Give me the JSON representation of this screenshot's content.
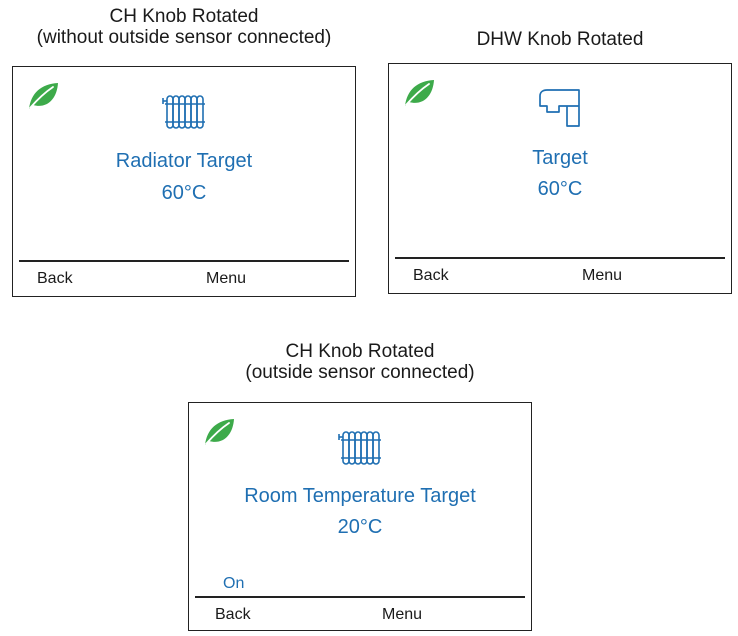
{
  "colors": {
    "accent": "#1f6fb2",
    "eco_leaf": "#3daa4a",
    "frame": "#222222"
  },
  "panels": [
    {
      "caption_line1": "CH Knob Rotated",
      "caption_line2": "(without outside sensor connected)",
      "icon": "radiator-icon",
      "target_label": "Radiator Target",
      "target_value": "60°C",
      "status": "",
      "left_key": "Back",
      "right_key": "Menu"
    },
    {
      "caption_line1": "DHW Knob Rotated",
      "caption_line2": "",
      "icon": "tap-icon",
      "target_label": "Target",
      "target_value": "60°C",
      "status": "",
      "left_key": "Back",
      "right_key": "Menu"
    },
    {
      "caption_line1": "CH Knob Rotated",
      "caption_line2": "(outside sensor connected)",
      "icon": "radiator-icon",
      "target_label": "Room Temperature Target",
      "target_value": "20°C",
      "status": "On",
      "left_key": "Back",
      "right_key": "Menu"
    }
  ]
}
